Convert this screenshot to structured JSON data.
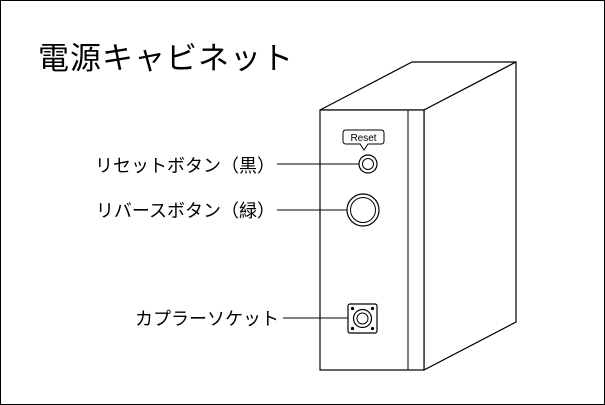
{
  "title": "電源キャビネット",
  "device": {
    "reset_tag": "Reset"
  },
  "callouts": {
    "reset_button": "リセットボタン（黒）",
    "reverse_button": "リバースボタン（緑）",
    "coupler_socket": "カプラーソケット"
  }
}
